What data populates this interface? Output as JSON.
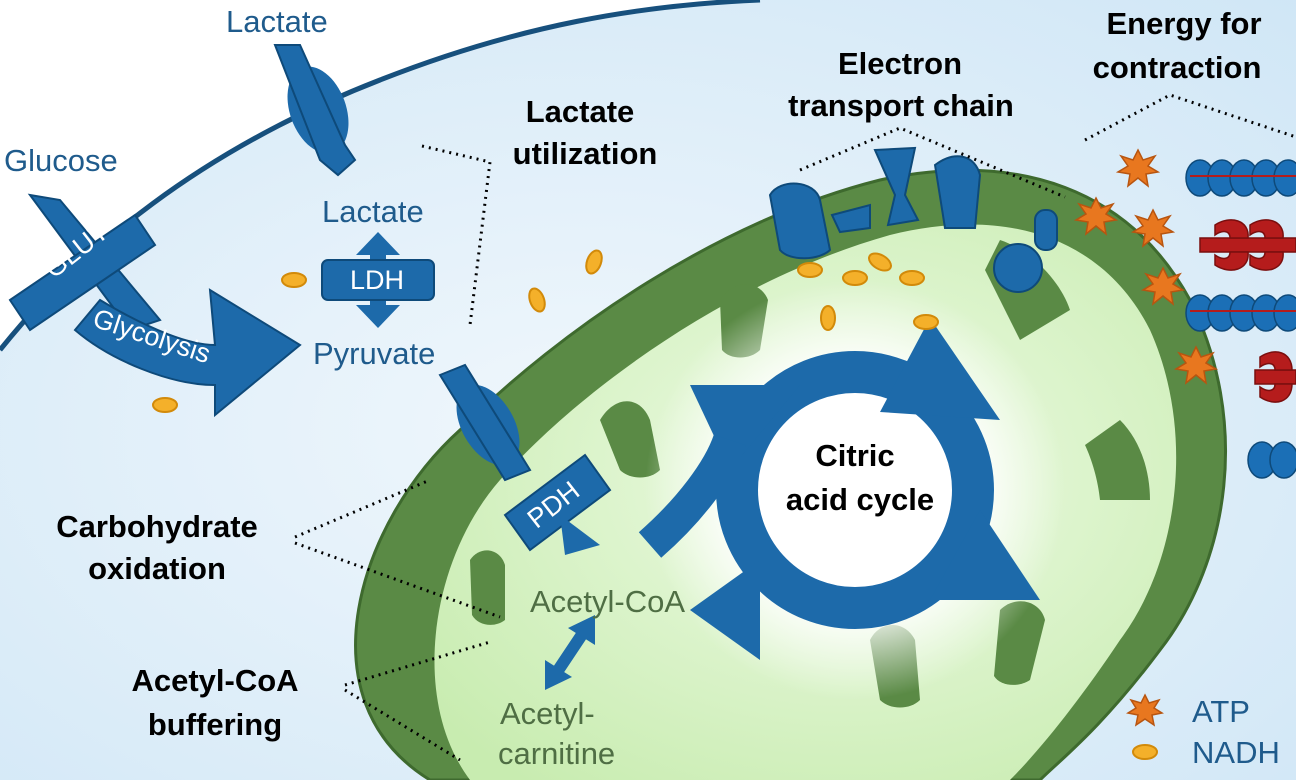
{
  "labels": {
    "lactate_outside": "Lactate",
    "glucose": "Glucose",
    "glut": "GLUT",
    "glycolysis": "Glycolysis",
    "lactate_inside": "Lactate",
    "ldh": "LDH",
    "pyruvate": "Pyruvate",
    "pdh": "PDH",
    "acetyl_coa": "Acetyl-CoA",
    "acetylcarnitine_line1": "Acetyl-",
    "acetylcarnitine_line2": "carnitine",
    "citric_line1": "Citric",
    "citric_line2": "acid cycle",
    "lactate_util_line1": "Lactate",
    "lactate_util_line2": "utilization",
    "etc_line1": "Electron",
    "etc_line2": "transport chain",
    "energy_line1": "Energy for",
    "energy_line2": "contraction",
    "carb_line1": "Carbohydrate",
    "carb_line2": "oxidation",
    "buffer_line1": "Acetyl-CoA",
    "buffer_line2": "buffering"
  },
  "legend": {
    "atp": "ATP",
    "nadh": "NADH"
  },
  "colors": {
    "cell_fill": "#d9ecf8",
    "membrane": "#17507d",
    "transporter_blue": "#1d6aaa",
    "mito_outer": "#5a8a45",
    "mito_inner": "#d6f2c4",
    "atp_orange": "#e8771f",
    "nadh_yellow": "#f4b02a",
    "myosin_blue": "#1b6fb6",
    "actin_red": "#b51c1c"
  }
}
